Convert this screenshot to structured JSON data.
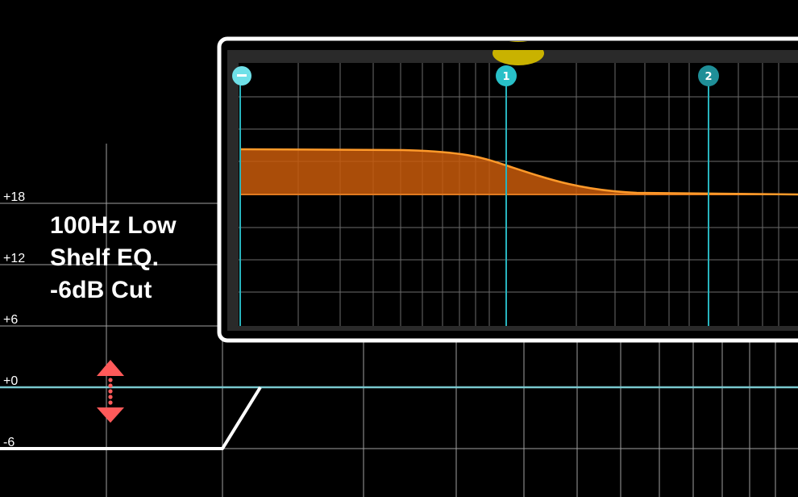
{
  "colors": {
    "background": "#000000",
    "grid": "#c8c8c8",
    "zero_line": "#79c8cf",
    "eq_fill": "#c85a0a",
    "eq_curve": "#ff8a1a",
    "node": "#28b4be",
    "arrow": "#ff5a5a",
    "highlight_frame": "#ffffff"
  },
  "y_axis_labels": [
    "+18",
    "+12",
    "+6",
    "+0",
    "-6"
  ],
  "caption": {
    "line1": "100Hz Low",
    "line2": "Shelf EQ.",
    "line3": "-6dB Cut"
  },
  "eq_nodes": [
    {
      "label": "",
      "icon": "handle-low-icon"
    },
    {
      "label": "1",
      "icon": "band-node-icon"
    },
    {
      "label": "2",
      "icon": "band-node-icon"
    }
  ],
  "icons": [
    "double-arrow-icon"
  ]
}
